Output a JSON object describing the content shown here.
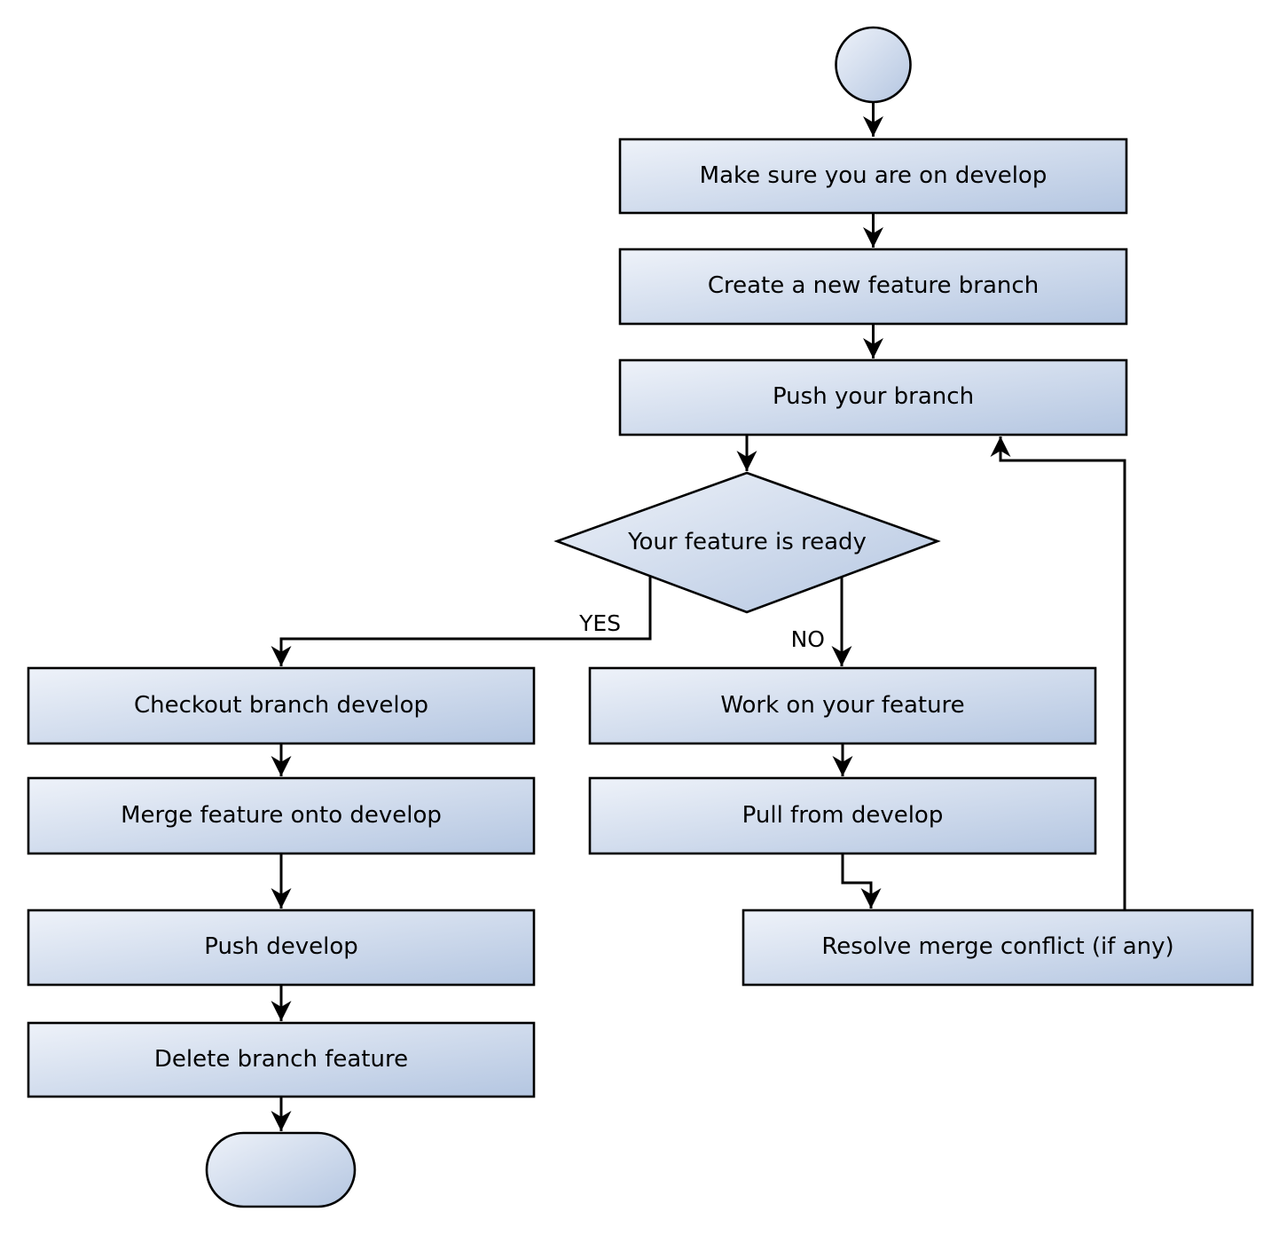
{
  "flowchart": {
    "nodes": {
      "start": {
        "shape": "circle",
        "label": ""
      },
      "make_sure": {
        "shape": "process",
        "label": "Make sure you are on develop"
      },
      "create_branch": {
        "shape": "process",
        "label": "Create a new feature branch"
      },
      "push_branch": {
        "shape": "process",
        "label": "Push your branch"
      },
      "decision": {
        "shape": "diamond",
        "label": "Your feature is ready"
      },
      "checkout_develop": {
        "shape": "process",
        "label": "Checkout branch develop"
      },
      "merge_feature": {
        "shape": "process",
        "label": "Merge feature onto develop"
      },
      "push_develop": {
        "shape": "process",
        "label": "Push develop"
      },
      "delete_branch": {
        "shape": "process",
        "label": "Delete branch feature"
      },
      "end": {
        "shape": "terminator",
        "label": ""
      },
      "work_feature": {
        "shape": "process",
        "label": "Work on your feature"
      },
      "pull_develop": {
        "shape": "process",
        "label": "Pull from develop"
      },
      "resolve_conflict": {
        "shape": "process",
        "label": "Resolve merge conflict (if any)"
      }
    },
    "edge_labels": {
      "yes": "YES",
      "no": "NO"
    },
    "colors": {
      "node_fill_light": "#eef2f9",
      "node_fill_dark": "#b4c6e1",
      "node_stroke": "#000000",
      "edge_stroke": "#000000",
      "background": "#ffffff",
      "text": "#000000"
    }
  }
}
